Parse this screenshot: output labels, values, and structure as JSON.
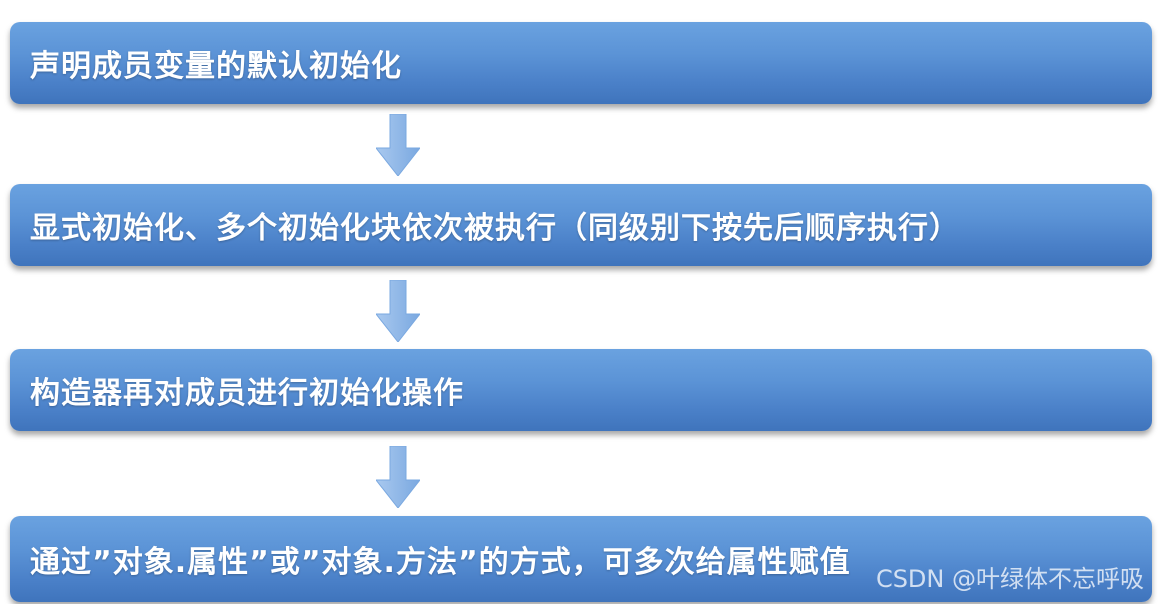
{
  "steps": [
    {
      "label": "声明成员变量的默认初始化"
    },
    {
      "label": "显式初始化、多个初始化块依次被执行（同级别下按先后顺序执行）"
    },
    {
      "label": "构造器再对成员进行初始化操作"
    },
    {
      "label": "通过”对象.属性”或”对象.方法”的方式，可多次给属性赋值"
    }
  ],
  "watermark": "CSDN @叶绿体不忘呼吸",
  "colors": {
    "box_top": "#6aa2e0",
    "box_bottom": "#3f74bc",
    "arrow_fill": "#8fb8e8",
    "arrow_stroke": "#7aa8e0"
  },
  "icons": [
    "down-arrow-icon"
  ]
}
